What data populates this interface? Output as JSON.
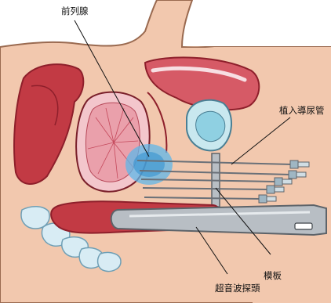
{
  "labels": {
    "prostate": "前列腺",
    "catheters": "植入導尿管",
    "template": "模板",
    "probe": "超音波探頭"
  },
  "colors": {
    "skin": "#f2c8ae",
    "skin_outline": "#9a6a50",
    "muscle": "#c23a44",
    "muscle_dark": "#8e1f2b",
    "prostate_pink": "#f0b9c2",
    "seeds_blue": "#5fb7e8",
    "bladder_fill": "#c9e8ef",
    "bone": "#d8ecf4",
    "bone_outline": "#6f9fb5",
    "probe_gray": "#b8bec4",
    "needle_cap": "#9fb6c3"
  }
}
